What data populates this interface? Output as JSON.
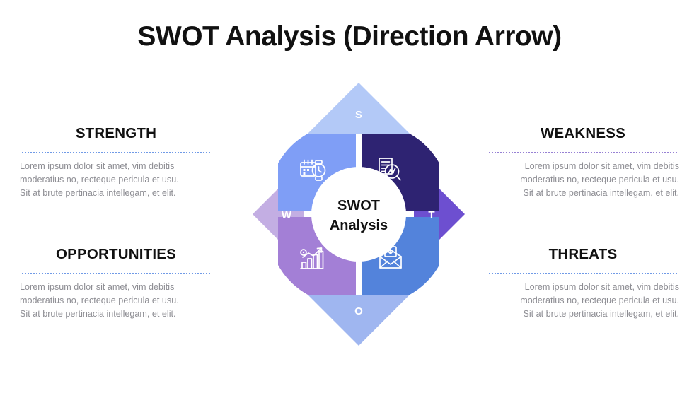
{
  "title": "SWOT Analysis (Direction Arrow)",
  "center": {
    "line1": "SWOT",
    "line2": "Analysis"
  },
  "letters": {
    "s": "S",
    "w": "W",
    "o": "O",
    "t": "T"
  },
  "body_text": {
    "line1": "Lorem ipsum dolor sit amet, vim debitis",
    "line2": "moderatius no, recteque pericula et usu.",
    "line3": "Sit at brute pertinacia intellegam, et elit."
  },
  "blocks": [
    {
      "key": "strength",
      "heading": "STRENGTH",
      "divider_color": "#4a7fe0",
      "icon": "calendar-clock-icon"
    },
    {
      "key": "weakness",
      "heading": "WEAKNESS",
      "divider_color": "#7b5fc8",
      "icon": "document-search-icon"
    },
    {
      "key": "opportunities",
      "heading": "OPPORTUNITIES",
      "divider_color": "#4a7fe0",
      "icon": "growth-chart-icon"
    },
    {
      "key": "threats",
      "heading": "THREATS",
      "divider_color": "#4a7fe0",
      "icon": "open-envelope-icon"
    }
  ],
  "colors": {
    "quad_top_left": "#7f9ef6",
    "quad_top_right": "#2e2372",
    "quad_bottom_left": "#a37fd6",
    "quad_bottom_right": "#5383db",
    "tip_s": "#b3c9f7",
    "tip_w": "#c3aee3",
    "tip_o": "#9fb6f0",
    "tip_t": "#6d4fd0",
    "center_circle": "#ffffff",
    "heading": "#111111",
    "body": "#8d8d93",
    "background": "#ffffff"
  }
}
